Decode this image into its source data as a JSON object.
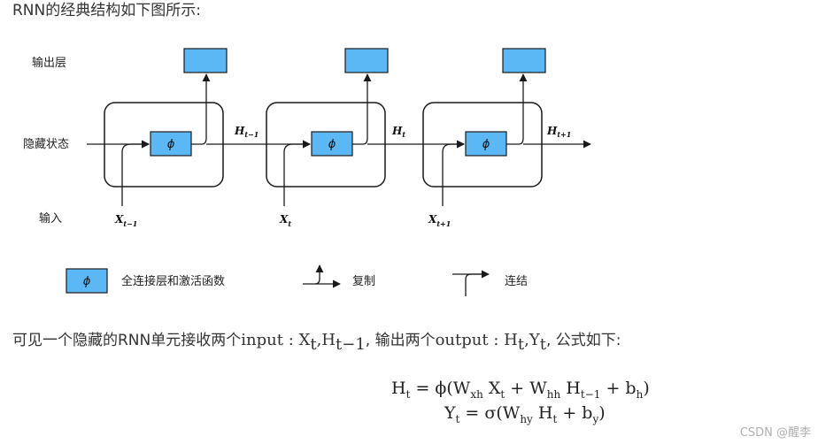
{
  "intro_text": "RNN的经典结构如下图所示:",
  "diagram": {
    "row_labels": {
      "output": "输出层",
      "hidden": "隐藏状态",
      "input": "输入"
    },
    "phi": "ϕ",
    "h_labels": [
      {
        "base": "H",
        "sub": "t−1"
      },
      {
        "base": "H",
        "sub": "t"
      },
      {
        "base": "H",
        "sub": "t+1"
      }
    ],
    "x_labels": [
      {
        "base": "X",
        "sub": "t−1"
      },
      {
        "base": "X",
        "sub": "t"
      },
      {
        "base": "X",
        "sub": "t+1"
      }
    ],
    "legend": {
      "fc_label": "全连接层和激活函数",
      "copy_label": "复制",
      "concat_label": "连结"
    },
    "colors": {
      "box_fill": "#5bb8f5",
      "box_stroke": "#1a1a1a"
    }
  },
  "sentence": {
    "part1": "可见一个隐藏的RNN单元接收两个",
    "input_word": "input",
    "colon1": ":",
    "x": "X",
    "x_sub": "t",
    "comma": ",",
    "h": "H",
    "h_sub": "t−1",
    "part2": ", 输出两个",
    "output_word": "output",
    "colon2": ":",
    "h2": "H",
    "h2_sub": "t",
    "comma2": ",",
    "y": "Y",
    "y_sub": "t",
    "part3": ", 公式如下:"
  },
  "formulas": {
    "line1": {
      "lhs": "H",
      "lhs_sub": "t",
      "eq": "=",
      "fn": "ϕ(",
      "w1": "W",
      "w1_sub": "xh",
      "x": "X",
      "x_sub": "t",
      "plus1": "+",
      "w2": "W",
      "w2_sub": "hh",
      "h": "H",
      "h_sub": "t−1",
      "plus2": "+",
      "b": "b",
      "b_sub": "h",
      "close": ")"
    },
    "line2": {
      "lhs": "Y",
      "lhs_sub": "t",
      "eq": "=",
      "fn": "σ(",
      "w": "W",
      "w_sub": "hy",
      "h": "H",
      "h_sub": "t",
      "plus": "+",
      "b": "b",
      "b_sub": "y",
      "close": ")"
    }
  },
  "watermark": "CSDN @醒李"
}
